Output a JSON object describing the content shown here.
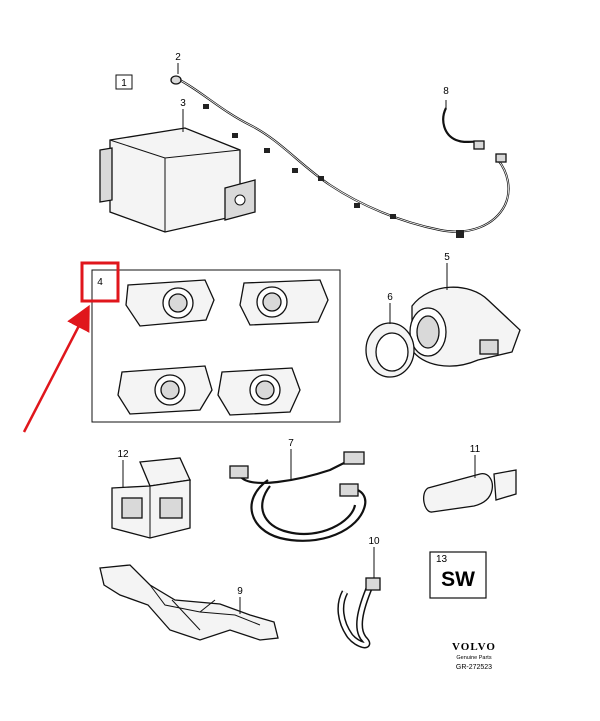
{
  "parts": {
    "p1": "1",
    "p2": "2",
    "p3": "3",
    "p4": "4",
    "p5": "5",
    "p6": "6",
    "p7": "7",
    "p8": "8",
    "p9": "9",
    "p10": "10",
    "p11": "11",
    "p12": "12",
    "p13": "13"
  },
  "sw_label": "SW",
  "footer": {
    "brand": "VOLVO",
    "subtitle": "Genuine Parts",
    "code": "GR-272523"
  },
  "colors": {
    "highlight": "#e0161c",
    "ink": "#111111"
  }
}
